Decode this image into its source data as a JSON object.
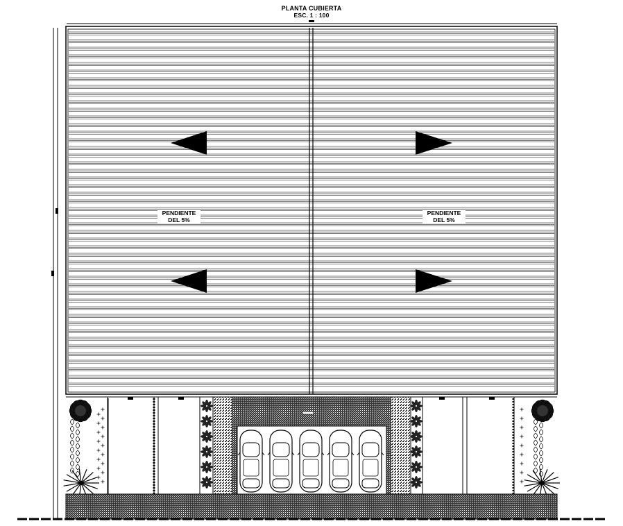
{
  "drawing": {
    "title": "PLANTA CUBIERTA",
    "scale": "ESC. 1 : 100"
  },
  "roof": {
    "left_slope": {
      "line1": "PENDIENTE",
      "line2": "DEL 5%"
    },
    "right_slope": {
      "line1": "PENDIENTE",
      "line2": "DEL 5%"
    }
  },
  "parking": {
    "car_count": 5
  },
  "colors": {
    "ink": "#000000",
    "paper": "#ffffff",
    "hatch": "#2a2a2a"
  }
}
